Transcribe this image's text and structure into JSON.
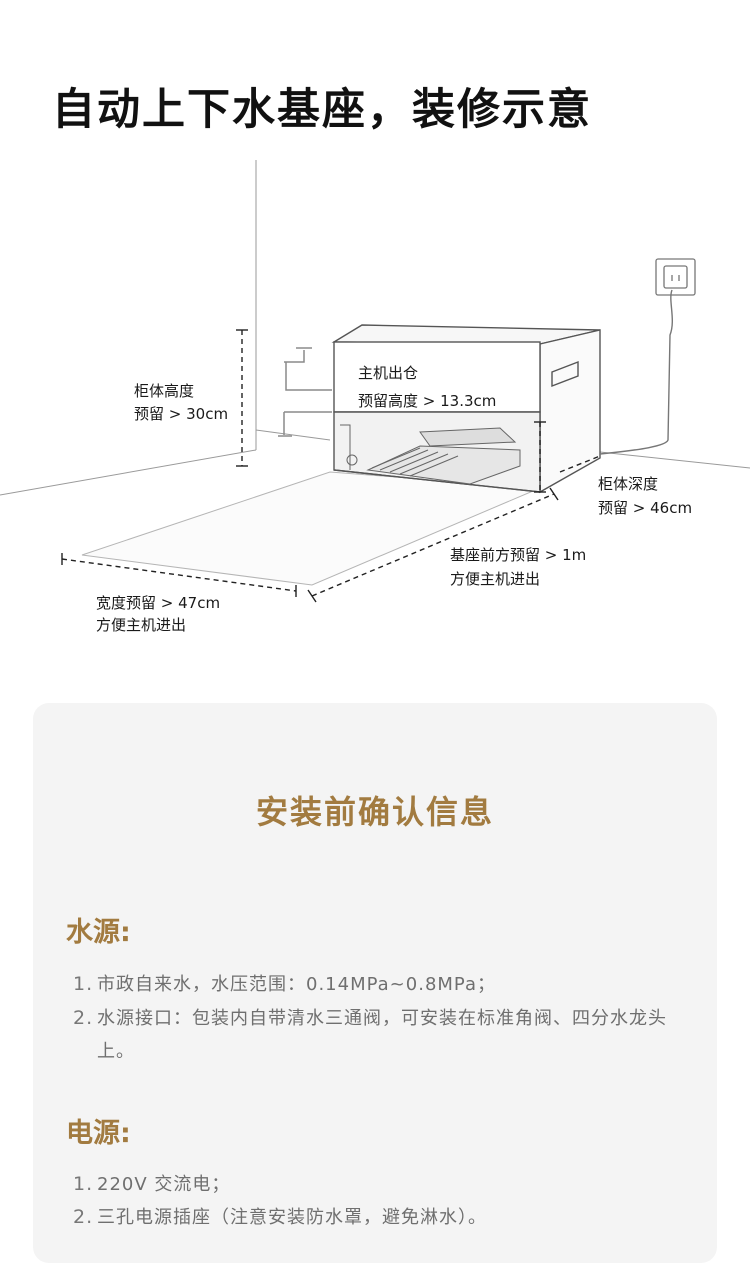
{
  "title": "自动上下水基座，装修示意",
  "diagram": {
    "label_exit_line1": "主机出仓",
    "label_exit_line2": "预留高度 > 13.3cm",
    "label_height_line1": "柜体高度",
    "label_height_line2": "预留 > 30cm",
    "label_depth_line1": "柜体深度",
    "label_depth_line2": "预留 > 46cm",
    "label_front_line1": "基座前方预留 > 1m",
    "label_front_line2": "方便主机进出",
    "label_width_line1": "宽度预留 > 47cm",
    "label_width_line2": "方便主机进出"
  },
  "card": {
    "title": "安装前确认信息",
    "water": {
      "heading": "水源:",
      "items": [
        {
          "num": "1.",
          "text": "市政自来水，水压范围：0.14MPa~0.8MPa；"
        },
        {
          "num": "2.",
          "text": "水源接口：包装内自带清水三通阀，可安装在标准角阀、四分水龙头上。"
        }
      ]
    },
    "power": {
      "heading": "电源:",
      "items": [
        {
          "num": "1.",
          "text": "220V 交流电；"
        },
        {
          "num": "2.",
          "text": "三孔电源插座（注意安装防水罩，避免淋水）。"
        }
      ]
    }
  },
  "colors": {
    "accent": "#a27b40",
    "body_text": "#6f6f6f",
    "card_bg": "#f4f4f4"
  }
}
